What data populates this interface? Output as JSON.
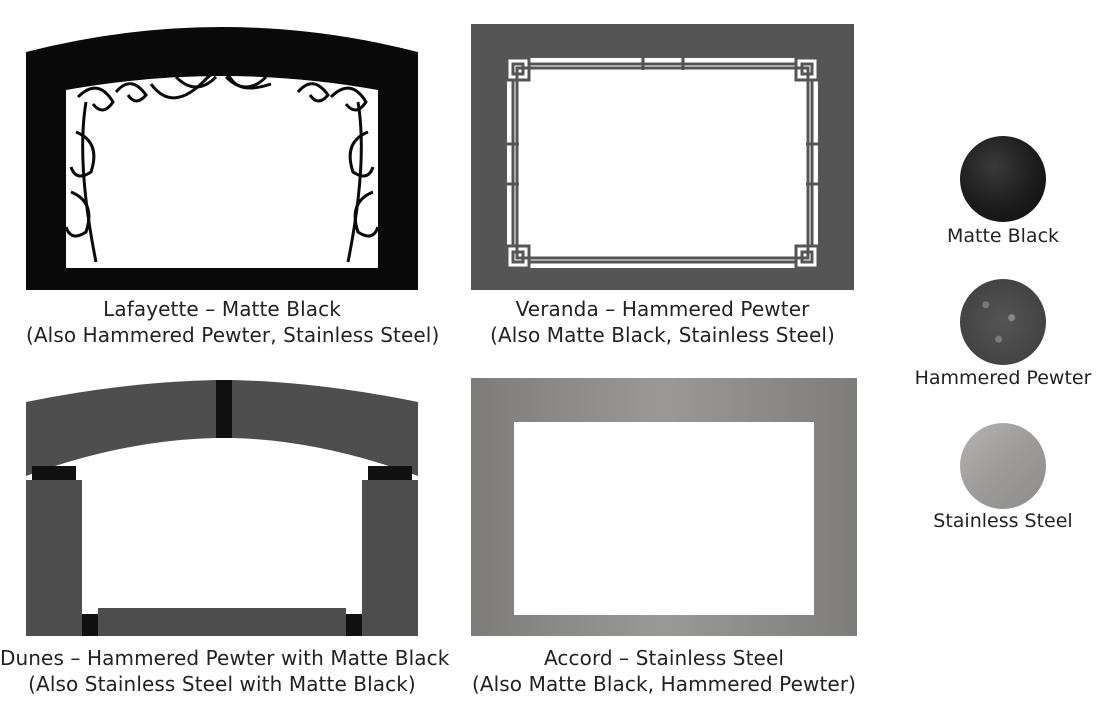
{
  "surrounds": [
    {
      "name": "Lafayette",
      "title_line": "Lafayette – Matte Black",
      "options_line": "(Also Hammered Pewter, Stainless Steel)"
    },
    {
      "name": "Veranda",
      "title_line": "Veranda – Hammered Pewter",
      "options_line": "(Also Matte Black, Stainless Steel)"
    },
    {
      "name": "Dunes",
      "title_line": "Dunes – Hammered Pewter with Matte Black",
      "options_line": "(Also Stainless Steel with Matte Black)"
    },
    {
      "name": "Accord",
      "title_line": "Accord – Stainless Steel",
      "options_line": "(Also Matte Black, Hammered Pewter)"
    }
  ],
  "finishes": [
    {
      "label": "Matte Black",
      "color": "#1c1c1c"
    },
    {
      "label": "Hammered Pewter",
      "color": "#4a4a4a"
    },
    {
      "label": "Stainless Steel",
      "color": "#a09f9d"
    }
  ],
  "colors": {
    "matte_black": "#0a0a0a",
    "pewter": "#525252",
    "stainless": "#8a8987"
  }
}
